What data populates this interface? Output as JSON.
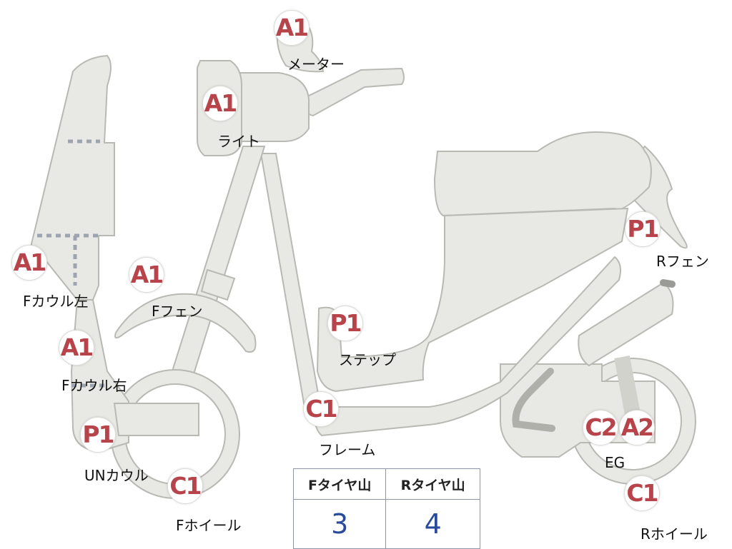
{
  "parts": [
    {
      "id": "meter",
      "grade": "A1",
      "label": "メーター"
    },
    {
      "id": "light",
      "grade": "A1",
      "label": "ライト"
    },
    {
      "id": "f-cowl-left",
      "grade": "A1",
      "label": "Fカウル左"
    },
    {
      "id": "f-fender",
      "grade": "A1",
      "label": "Fフェン"
    },
    {
      "id": "f-cowl-right",
      "grade": "A1",
      "label": "Fカウル右"
    },
    {
      "id": "un-cowl",
      "grade": "P1",
      "label": "UNカウル"
    },
    {
      "id": "f-wheel",
      "grade": "C1",
      "label": "Fホイール"
    },
    {
      "id": "step",
      "grade": "P1",
      "label": "ステップ"
    },
    {
      "id": "frame",
      "grade": "C1",
      "label": "フレーム"
    },
    {
      "id": "r-fender",
      "grade": "P1",
      "label": "Rフェン"
    },
    {
      "id": "eg",
      "grades": [
        "C2",
        "A2"
      ],
      "label": "EG"
    },
    {
      "id": "r-wheel",
      "grade": "C1",
      "label": "Rホイール"
    }
  ],
  "tread_table": {
    "headers": [
      "Fタイヤ山",
      "Rタイヤ山"
    ],
    "values": [
      "3",
      "4"
    ]
  },
  "colors": {
    "part_fill": "#e8e8e4",
    "part_stroke": "#b9b9b4",
    "grade_text": "#b8444b",
    "table_value": "#2a4a9c",
    "dashed_line": "#9ea3b0"
  }
}
